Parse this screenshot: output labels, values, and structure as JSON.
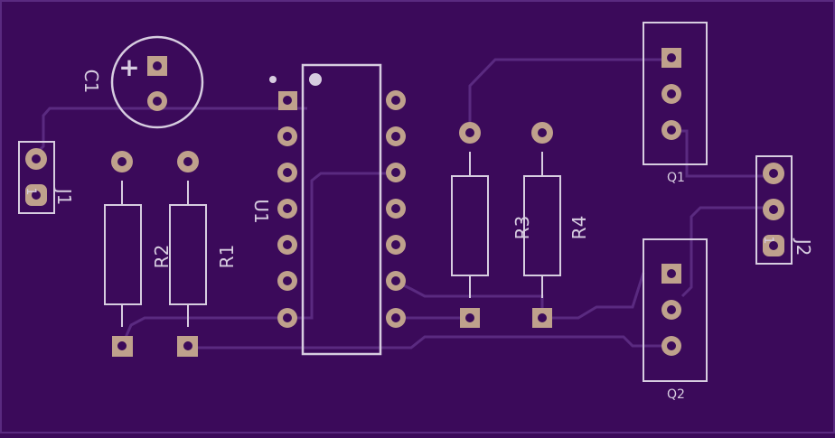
{
  "board": {
    "background": "#3b0a5a",
    "trace_color": "#5a2a80",
    "silk_color": "#d7cde0",
    "pad_color": "#bfa18c"
  },
  "labels": {
    "c1": "C1",
    "c1_polarity": "+",
    "j1": "J1",
    "j1_pin": "1",
    "j2": "J2",
    "j2_pin": "1",
    "r1": "R1",
    "r2": "R2",
    "r3": "R3",
    "r4": "R4",
    "u1": "U1",
    "q1": "Q1",
    "q2": "Q2"
  }
}
